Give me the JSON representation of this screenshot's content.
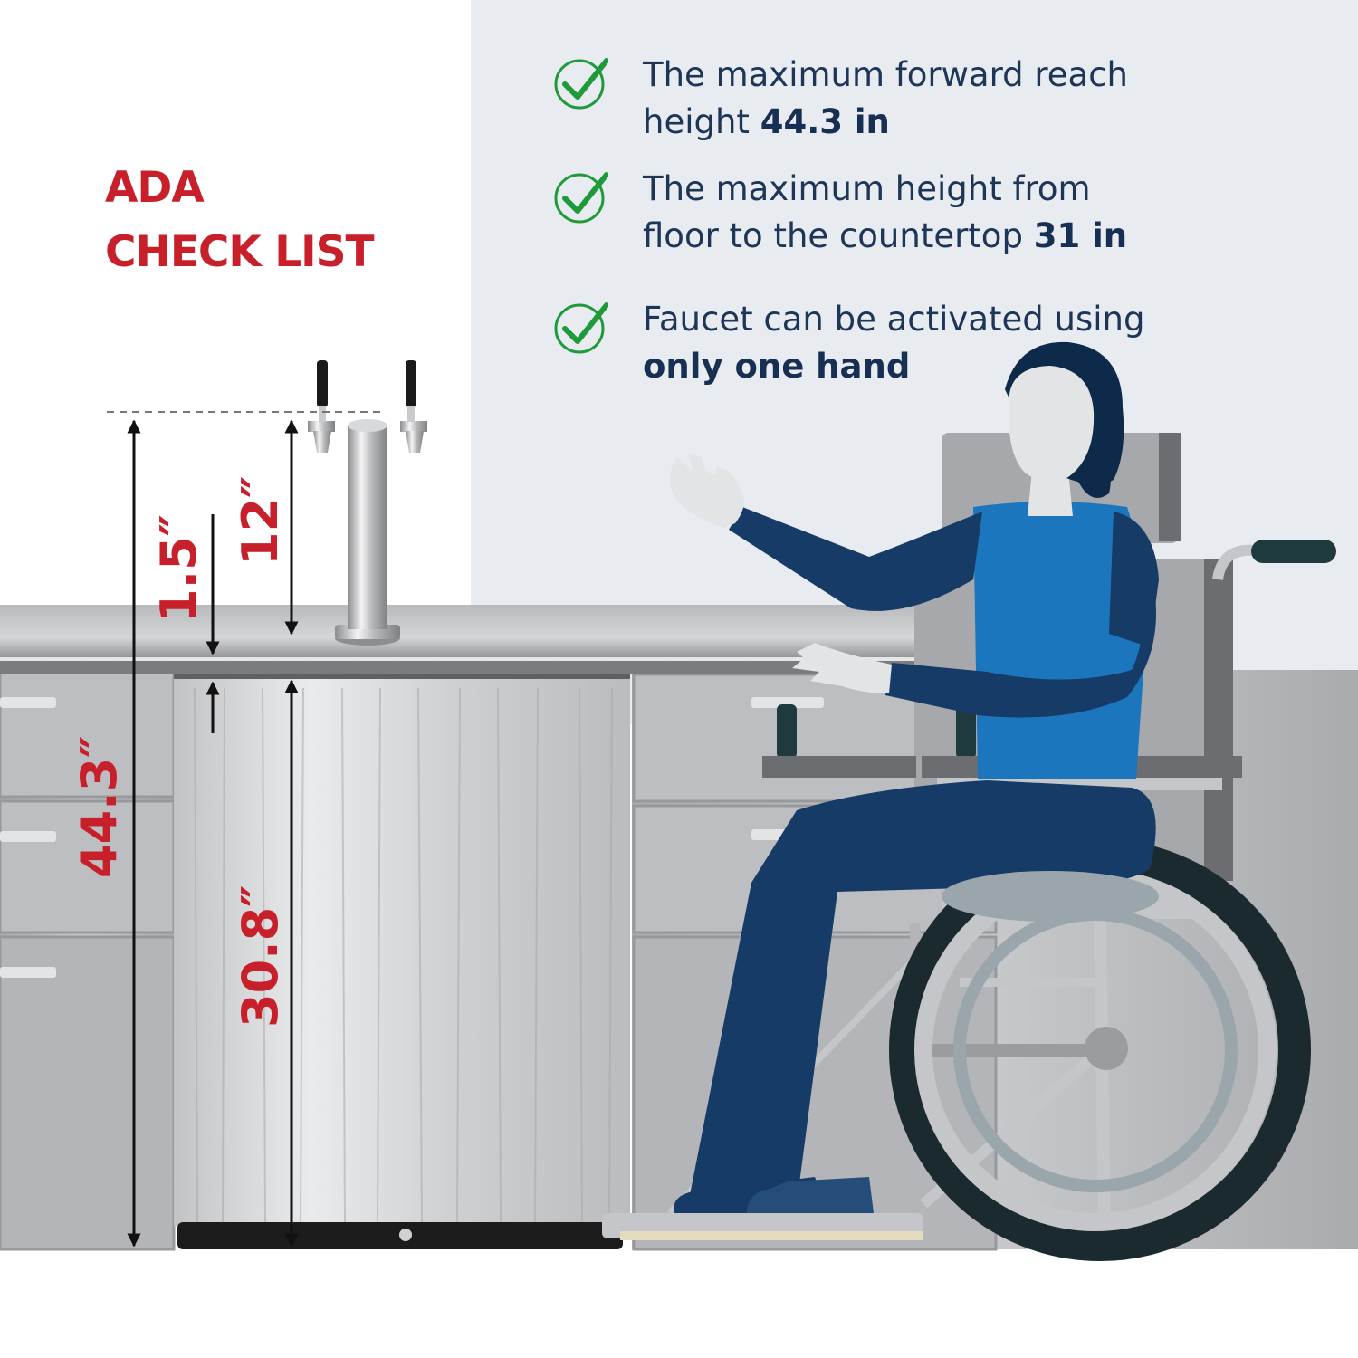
{
  "title": {
    "line1": "ADA",
    "line2": "CHECK LIST"
  },
  "checklist": [
    {
      "line1": "The maximum forward reach",
      "line2_plain": "height ",
      "line2_bold": "44.3 in"
    },
    {
      "line1": "The maximum height from",
      "line2_plain": "floor to the countertop ",
      "line2_bold": "31 in"
    },
    {
      "line1": "Faucet can be activated using",
      "line2_plain": "",
      "line2_bold": "only one hand"
    }
  ],
  "dimensions": {
    "total_height": "44.3″",
    "tower_height": "12″",
    "countertop_thickness": "1.5″",
    "cabinet_height": "30.8″"
  },
  "icons": {
    "check": "check-circle-icon"
  },
  "colors": {
    "title_red": "#c8202b",
    "text_navy": "#1d3557",
    "check_green": "#1f9a3a",
    "panel_bg": "#e8ebf0",
    "dimension_red": "#c8202b"
  }
}
